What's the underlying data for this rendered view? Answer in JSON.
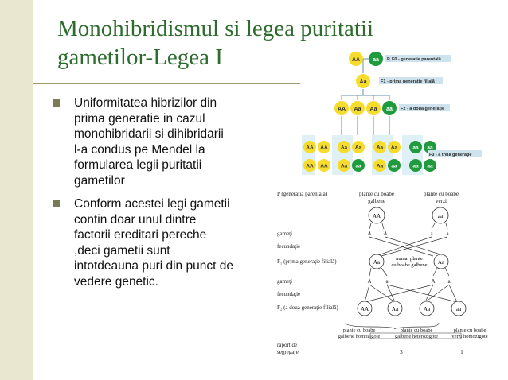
{
  "slide": {
    "title_lines": [
      "Monohibridismul si legea puritatii",
      "gametilor-Legea I"
    ],
    "bullets": [
      {
        "lines": [
          "Uniformitatea hibrizilor din",
          "prima generatie in cazul",
          "monohibridarii si dihibridarii",
          "l-a condus pe Mendel la",
          "formularea legii puritatii",
          "gametilor"
        ]
      },
      {
        "lines": [
          "Conform acestei legi gametii",
          "contin doar unul dintre",
          "factorii ereditari pereche",
          ",deci gametii sunt",
          "intotdeauna puri din punct de",
          "vedere genetic."
        ]
      }
    ]
  },
  "figure1": {
    "labels": {
      "p": "P, F0 - generaţie parentală",
      "f1": "F1 - prima generaţie filială",
      "f2": "F2 - a doua generaţie",
      "f3": "F3 - a treia generaţie"
    },
    "parents": [
      "AA",
      "aa"
    ],
    "f1": [
      "Aa"
    ],
    "f2": [
      "AA",
      "Aa",
      "Aa",
      "aa"
    ],
    "f3_row1": [
      "AA",
      "AA",
      "Aa",
      "Aa",
      "Aa",
      "Aa",
      "aa",
      "aa"
    ],
    "f3_row2": [
      "AA",
      "AA",
      "Aa",
      "aa",
      "Aa",
      "aa",
      "aa",
      "aa"
    ],
    "colors": {
      "yellow": "#f6dc2c",
      "green": "#1f9a3c",
      "panel": "#dff0f7",
      "label_bg": "#cfe3ee"
    }
  },
  "figure2": {
    "row_labels": {
      "p": "P (generaţia parentală)",
      "gameti1": "gameţi",
      "fecundatie1": "fecundaţie",
      "f1": "F₁ (prima generaţie filială)",
      "gameti2": "gameţi",
      "fecundatie2": "fecundaţie",
      "f2": "F₂ (a doua generaţie filială)",
      "raport": [
        "raport de",
        "segregare"
      ]
    },
    "parent_captions": [
      [
        "plante cu boabe",
        "galbene"
      ],
      [
        "plante cu boabe",
        "verzi"
      ]
    ],
    "parents": [
      "AA",
      "aa"
    ],
    "gametes1": [
      "A",
      "A",
      "a",
      "a"
    ],
    "f1": [
      "Aa",
      "Aa"
    ],
    "f1_caption": [
      "numai plante",
      "cu boabe galbene"
    ],
    "gametes2": [
      "A",
      "a",
      "A",
      "a"
    ],
    "f2": [
      "AA",
      "Aa",
      "Aa",
      "aa"
    ],
    "f2_captions": [
      [
        "plante cu boabe",
        "galbene homozigote"
      ],
      [
        "plante cu boabe",
        "galbene heterozigote"
      ],
      [
        "plante cu boabe",
        "verzi homozigote"
      ]
    ],
    "ratio": [
      "3",
      "1"
    ]
  }
}
